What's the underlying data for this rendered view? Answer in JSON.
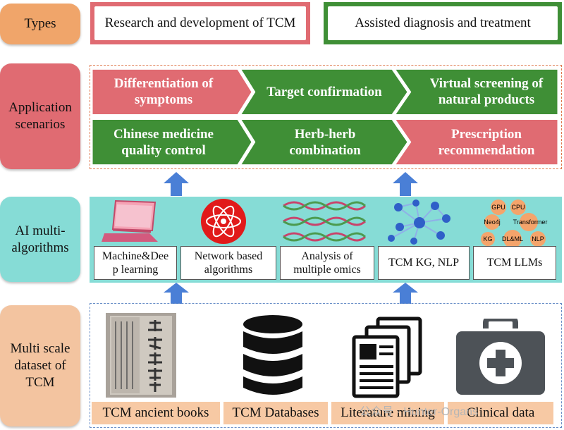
{
  "labels": {
    "types": "Types",
    "application_scenarios": "Application scenarios",
    "ai_multi_algorithms": "AI multi-algorithms",
    "multi_scale_dataset": "Multi scale dataset of TCM"
  },
  "types": {
    "research": "Research and development of TCM",
    "assisted": "Assisted diagnosis and treatment"
  },
  "scenarios": {
    "row1": [
      "Differentiation of symptoms",
      "Target confirmation",
      "Virtual screening of natural products"
    ],
    "row2": [
      "Chinese medicine quality control",
      "Herb-herb combination",
      "Prescription recommendation"
    ]
  },
  "algorithms": [
    "Machine&Deep learning",
    "Network based algorithms",
    "Analysis of multiple omics",
    "TCM KG, NLP",
    "TCM LLMs"
  ],
  "llm_bubbles": [
    "GPU",
    "CPU",
    "Neo4j",
    "Transformer",
    "KG",
    "DL&ML",
    "NLP"
  ],
  "datasets": [
    "TCM ancient books",
    "TCM Databases",
    "Literature mining",
    "Clinical data"
  ],
  "watermark": "公众号 · Hunter-Organs",
  "colors": {
    "orange_label": "#f0a56a",
    "red": "#e06b72",
    "green": "#3f8f36",
    "teal": "#86dcd6",
    "peach": "#f3c4a0",
    "arrow_blue": "#4a7fd6"
  }
}
